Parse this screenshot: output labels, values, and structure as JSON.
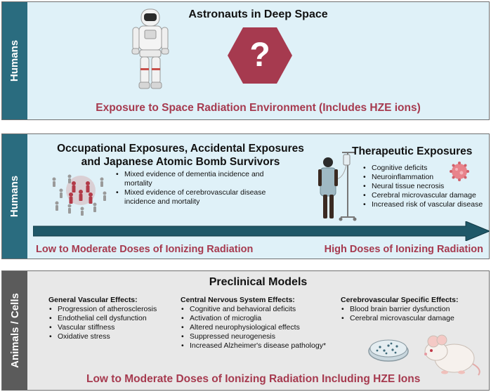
{
  "panel1": {
    "side_label": "Humans",
    "title": "Astronauts in Deep Space",
    "question_mark": "?",
    "bottom_text": "Exposure to Space Radiation Environment (Includes HZE ions)"
  },
  "panel2": {
    "side_label": "Humans",
    "occupational_title_line1": "Occupational Exposures, Accidental Exposures",
    "occupational_title_line2": "and Japanese Atomic Bomb Survivors",
    "occupational_bullets": [
      "Mixed evidence of dementia incidence and mortality",
      "Mixed evidence of cerebrovascular disease incidence and mortality"
    ],
    "therapeutic_title": "Therapeutic Exposures",
    "therapeutic_bullets": [
      "Cognitive deficits",
      "Neuroinflammation",
      "Neural tissue necrosis",
      "Cerebral microvascular damage",
      "Increased risk of vascular disease"
    ],
    "low_dose_label": "Low to Moderate Doses of Ionizing Radiation",
    "high_dose_label": "High Doses of Ionizing Radiation"
  },
  "panel3": {
    "side_label": "Animals / Cells",
    "title": "Preclinical Models",
    "vascular_header": "General Vascular Effects:",
    "vascular_bullets": [
      "Progression of atherosclerosis",
      "Endothelial cell dysfunction",
      "Vascular stiffness",
      "Oxidative stress"
    ],
    "cns_header": "Central Nervous System Effects:",
    "cns_bullets": [
      "Cognitive and behavioral deficits",
      "Activation of microglia",
      "Altered neurophysiological effects",
      "Suppressed neurogenesis",
      "Increased Alzheimer's disease pathology*"
    ],
    "cerebro_header": "Cerebrovascular Specific Effects:",
    "cerebro_bullets": [
      "Blood brain barrier dysfunction",
      "Cerebral microvascular damage"
    ],
    "bottom_text": "Low to Moderate Doses of Ionizing Radiation Including HZE Ions"
  },
  "colors": {
    "human_side": "#2a6c7f",
    "human_bg": "#dff1f8",
    "animal_side": "#5b5b5b",
    "animal_bg": "#e8e8e8",
    "accent_red": "#a63a4f",
    "arrow_fill": "#1f5868"
  }
}
